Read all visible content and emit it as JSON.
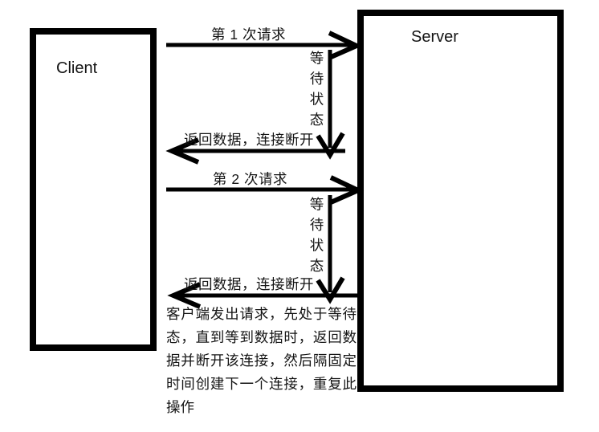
{
  "colors": {
    "background": "#ffffff",
    "line": "#000000",
    "text": "#141414"
  },
  "client": {
    "label": "Client"
  },
  "server": {
    "label": "Server"
  },
  "messages": {
    "request1": "第 1 次请求",
    "wait1": "等待状态",
    "return1": "返回数据，连接断开",
    "request2": "第 2 次请求",
    "wait2": "等待状态",
    "return2": "返回数据，连接断开"
  },
  "note": {
    "text": "客户端发出请求，先处于等待态，直到等到数据时，返回数据并断开该连接，然后隔固定时间创建下一个连接，重复此操作"
  }
}
